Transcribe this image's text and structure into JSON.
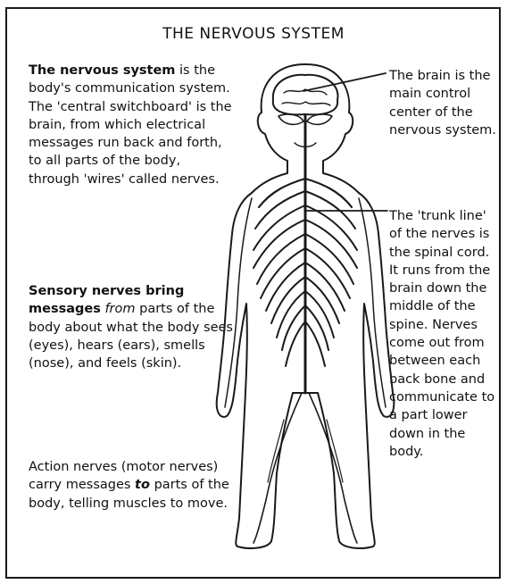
{
  "title": "THE NERVOUS SYSTEM",
  "left": {
    "p1_lead": "The nervous system",
    "p1_rest": "is the body's communication system. The 'central switchboard' is the brain, from which electrical messages run back and forth, to all parts of the body, through 'wires' called nerves.",
    "p2_lead": "Sensory nerves bring messages",
    "p2_emph": "from",
    "p2_rest": "parts of the body about what the body sees (eyes), hears (ears), smells (nose), and feels (skin).",
    "p3_a": "Action nerves (motor nerves) carry messages",
    "p3_emph": "to",
    "p3_rest": "parts of the body, telling muscles to move."
  },
  "right": {
    "brain_label": "The brain is the main control center of the nervous system.",
    "spine_label": "The 'trunk line' of the nerves is the spinal cord. It runs from the brain down the middle of the spine. Nerves come out from between each back bone and communicate to a part lower down in the body."
  }
}
